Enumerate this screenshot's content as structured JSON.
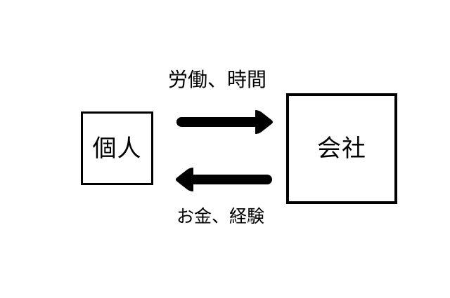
{
  "nodes": {
    "individual": {
      "label": "個人"
    },
    "company": {
      "label": "会社"
    }
  },
  "flows": {
    "to_company": {
      "label": "労働、時間"
    },
    "to_individual": {
      "label": "お金、経験"
    }
  }
}
